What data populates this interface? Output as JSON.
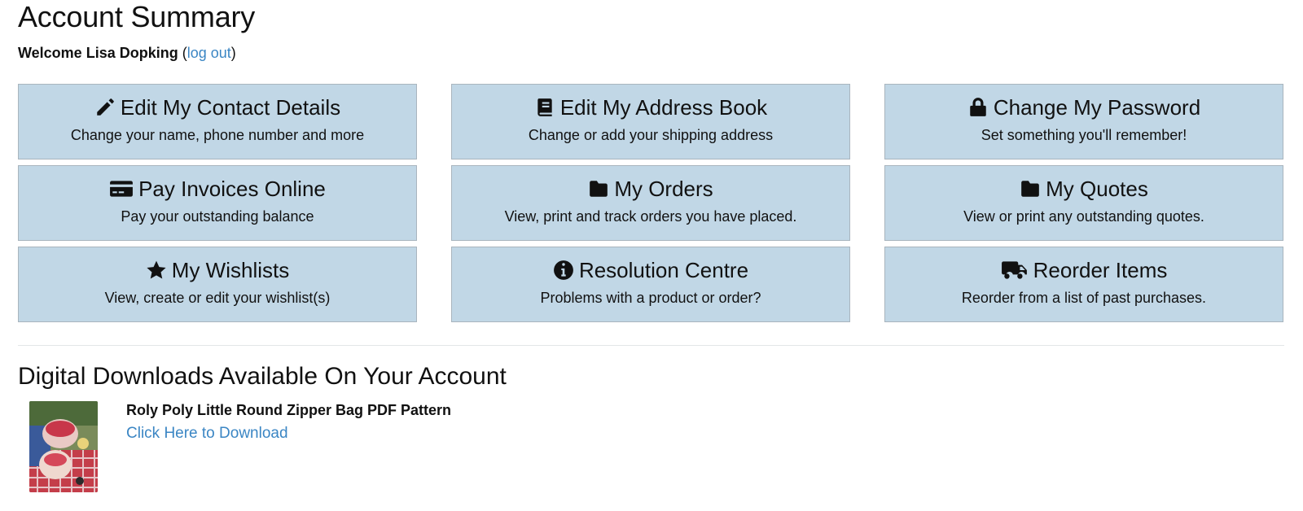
{
  "page": {
    "title": "Account Summary",
    "welcome_text": "Welcome Lisa Dopking",
    "logout_open": "(",
    "logout_label": "log out",
    "logout_close": ")"
  },
  "tiles": [
    {
      "title": "Edit My Contact Details",
      "subtitle": "Change your name, phone number and more",
      "icon": "pencil-icon"
    },
    {
      "title": "Edit My Address Book",
      "subtitle": "Change or add your shipping address",
      "icon": "address-book-icon"
    },
    {
      "title": "Change My Password",
      "subtitle": "Set something you'll remember!",
      "icon": "lock-icon"
    },
    {
      "title": "Pay Invoices Online",
      "subtitle": "Pay your outstanding balance",
      "icon": "credit-card-icon"
    },
    {
      "title": "My Orders",
      "subtitle": "View, print and track orders you have placed.",
      "icon": "folder-icon"
    },
    {
      "title": "My Quotes",
      "subtitle": "View or print any outstanding quotes.",
      "icon": "folder-icon"
    },
    {
      "title": "My Wishlists",
      "subtitle": "View, create or edit your wishlist(s)",
      "icon": "star-icon"
    },
    {
      "title": "Resolution Centre",
      "subtitle": "Problems with a product or order?",
      "icon": "info-circle-icon"
    },
    {
      "title": "Reorder Items",
      "subtitle": "Reorder from a list of past purchases.",
      "icon": "truck-icon"
    }
  ],
  "downloads": {
    "heading": "Digital Downloads Available On Your Account",
    "items": [
      {
        "name": "Roly Poly Little Round Zipper Bag PDF Pattern",
        "link_label": "Click Here to Download"
      }
    ]
  },
  "colors": {
    "tile_background": "#c1d7e6",
    "tile_border": "#a9b5be",
    "link": "#3b86c4"
  }
}
